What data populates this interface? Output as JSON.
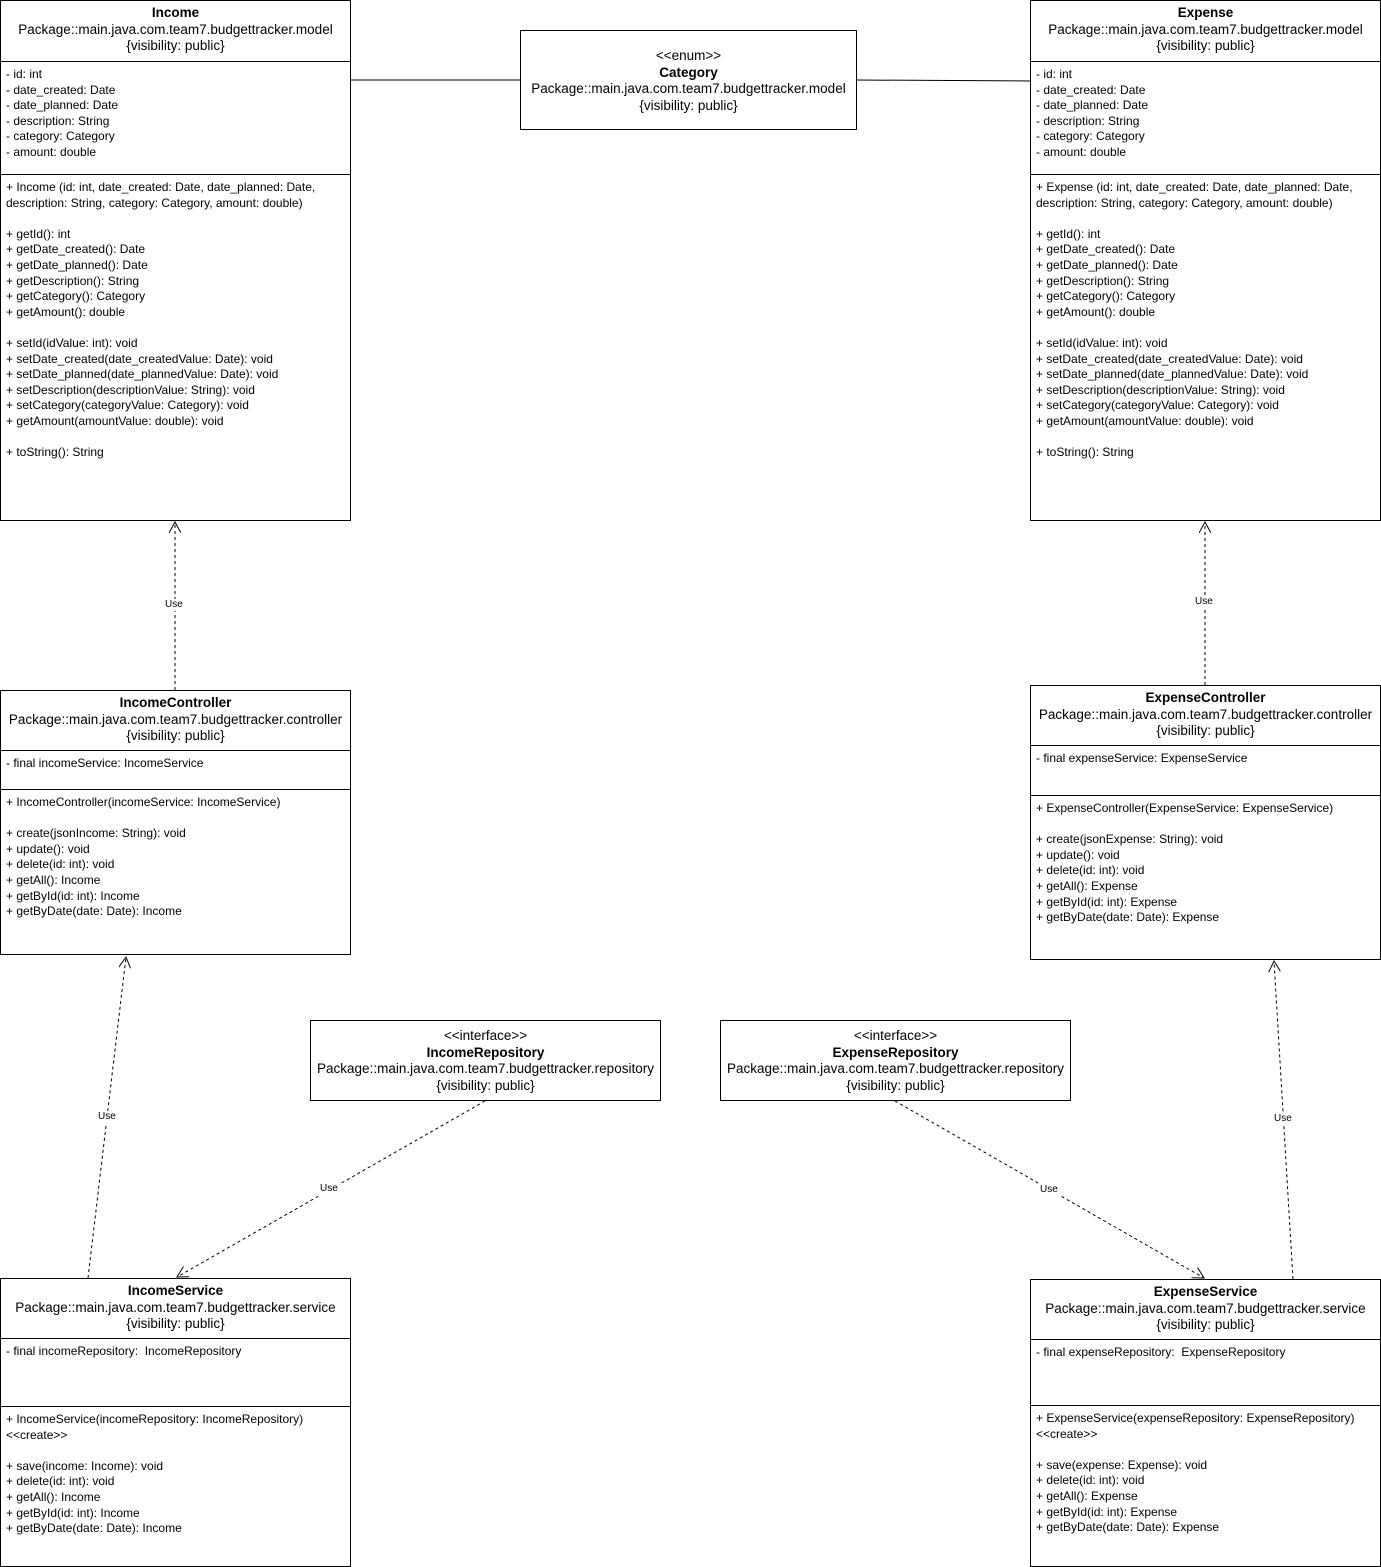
{
  "classes": {
    "income": {
      "title": "Income",
      "package": "Package::main.java.com.team7.budgettracker.model",
      "visibility": "{visibility: public}",
      "attributes": [
        "- id: int",
        "- date_created: Date",
        "- date_planned: Date",
        "- description: String",
        "- category: Category",
        "- amount: double"
      ],
      "methods": [
        "+ Income (id: int, date_created: Date, date_planned: Date, description: String, category: Category, amount: double)",
        "",
        "+ getId(): int",
        "+ getDate_created(): Date",
        "+ getDate_planned(): Date",
        "+ getDescription(): String",
        "+ getCategory(): Category",
        "+ getAmount(): double",
        "",
        "+ setId(idValue: int): void",
        "+ setDate_created(date_createdValue: Date): void",
        "+ setDate_planned(date_plannedValue: Date): void",
        "+ setDescription(descriptionValue: String): void",
        "+ setCategory(categoryValue: Category): void",
        "+ getAmount(amountValue: double): void",
        "",
        "+ toString(): String"
      ]
    },
    "expense": {
      "title": "Expense",
      "package": "Package::main.java.com.team7.budgettracker.model",
      "visibility": "{visibility: public}",
      "attributes": [
        "- id: int",
        "- date_created: Date",
        "- date_planned: Date",
        "- description: String",
        "- category: Category",
        "- amount: double"
      ],
      "methods": [
        "+ Expense (id: int, date_created: Date, date_planned: Date, description: String, category: Category, amount: double)",
        "",
        "+ getId(): int",
        "+ getDate_created(): Date",
        "+ getDate_planned(): Date",
        "+ getDescription(): String",
        "+ getCategory(): Category",
        "+ getAmount(): double",
        "",
        "+ setId(idValue: int): void",
        "+ setDate_created(date_createdValue: Date): void",
        "+ setDate_planned(date_plannedValue: Date): void",
        "+ setDescription(descriptionValue: String): void",
        "+ setCategory(categoryValue: Category): void",
        "+ getAmount(amountValue: double): void",
        "",
        "+ toString(): String"
      ]
    },
    "category": {
      "stereotype": "<<enum>>",
      "title": "Category",
      "package": "Package::main.java.com.team7.budgettracker.model",
      "visibility": "{visibility: public}"
    },
    "income_controller": {
      "title": "IncomeController",
      "package": "Package::main.java.com.team7.budgettracker.controller",
      "visibility": "{visibility: public}",
      "attributes": [
        "- final incomeService: IncomeService"
      ],
      "methods": [
        "+ IncomeController(incomeService: IncomeService)",
        "",
        "+ create(jsonIncome: String): void",
        "+ update(): void",
        "+ delete(id: int): void",
        "+ getAll(): Income",
        "+ getById(id: int): Income",
        "+ getByDate(date: Date): Income"
      ]
    },
    "expense_controller": {
      "title": "ExpenseController",
      "package": "Package::main.java.com.team7.budgettracker.controller",
      "visibility": "{visibility: public}",
      "attributes": [
        "- final expenseService: ExpenseService"
      ],
      "methods": [
        "+ ExpenseController(ExpenseService: ExpenseService)",
        "",
        "+ create(jsonExpense: String): void",
        "+ update(): void",
        "+ delete(id: int): void",
        "+ getAll(): Expense",
        "+ getById(id: int): Expense",
        "+ getByDate(date: Date): Expense"
      ]
    },
    "income_repository": {
      "stereotype": "<<interface>>",
      "title": "IncomeRepository",
      "package": "Package::main.java.com.team7.budgettracker.repository",
      "visibility": "{visibility: public}"
    },
    "expense_repository": {
      "stereotype": "<<interface>>",
      "title": "ExpenseRepository",
      "package": "Package::main.java.com.team7.budgettracker.repository",
      "visibility": "{visibility: public}"
    },
    "income_service": {
      "title": "IncomeService",
      "package": "Package::main.java.com.team7.budgettracker.service",
      "visibility": "{visibility: public}",
      "attributes": [
        "- final incomeRepository:  IncomeRepository"
      ],
      "methods": [
        "+ IncomeService(incomeRepository: IncomeRepository) <<create>>",
        "",
        "+ save(income: Income): void",
        "+ delete(id: int): void",
        "+ getAll(): Income",
        "+ getById(id: int): Income",
        "+ getByDate(date: Date): Income"
      ]
    },
    "expense_service": {
      "title": "ExpenseService",
      "package": "Package::main.java.com.team7.budgettracker.service",
      "visibility": "{visibility: public}",
      "attributes": [
        "- final expenseRepository:  ExpenseRepository"
      ],
      "methods": [
        "+ ExpenseService(expenseRepository: ExpenseRepository) <<create>>",
        "",
        "+ save(expense: Expense): void",
        "+ delete(id: int): void",
        "+ getAll(): Expense",
        "+ getById(id: int): Expense",
        "+ getByDate(date: Date): Expense"
      ]
    }
  },
  "relations": {
    "use_label": "Use"
  }
}
